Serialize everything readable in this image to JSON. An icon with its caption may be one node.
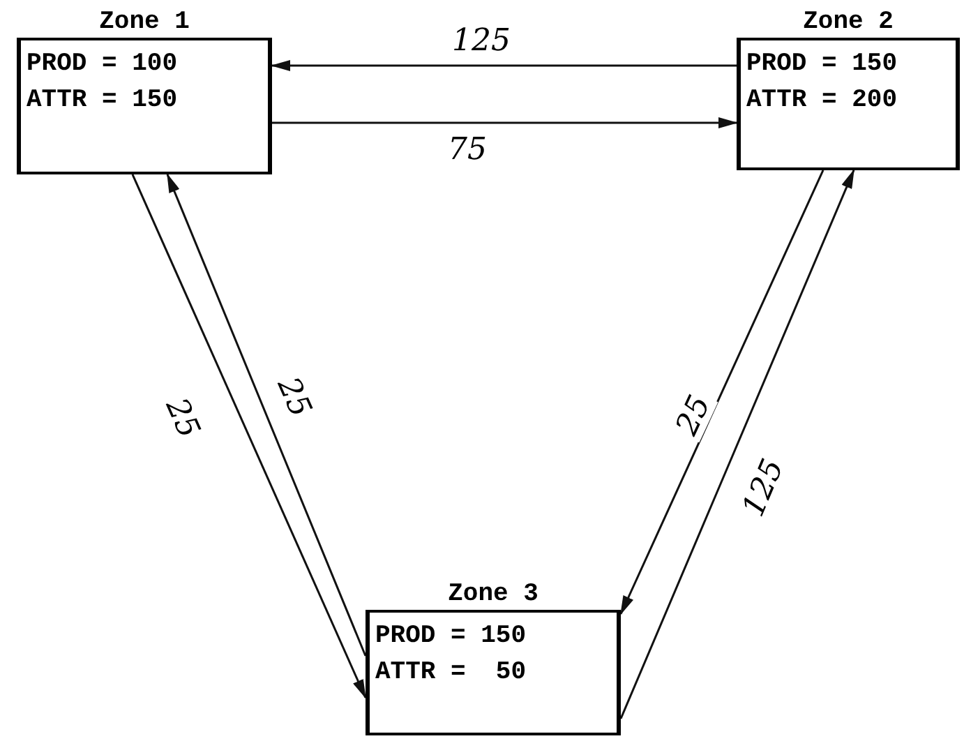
{
  "diagram": {
    "nodes": [
      {
        "text": [
          "Zone 1",
          "PROD = 100",
          "ATTR = 150"
        ]
      },
      {
        "text": [
          "Zone 2",
          "PROD = 150",
          "ATTR = 200"
        ]
      },
      {
        "text": [
          "Zone 3",
          "PROD = 150",
          "ATTR =  50"
        ]
      }
    ],
    "edges": [
      {
        "from": 1,
        "to": 0,
        "arrow": "to",
        "label": "125"
      },
      {
        "from": 0,
        "to": 1,
        "arrow": "to",
        "label": "75"
      },
      {
        "from": 0,
        "to": 2,
        "arrow": "to",
        "label": "25"
      },
      {
        "from": 2,
        "to": 0,
        "arrow": "to",
        "label": "25"
      },
      {
        "from": 1,
        "to": 2,
        "arrow": "to",
        "label": "25"
      },
      {
        "from": 2,
        "to": 1,
        "arrow": "to",
        "label": "125"
      }
    ]
  }
}
